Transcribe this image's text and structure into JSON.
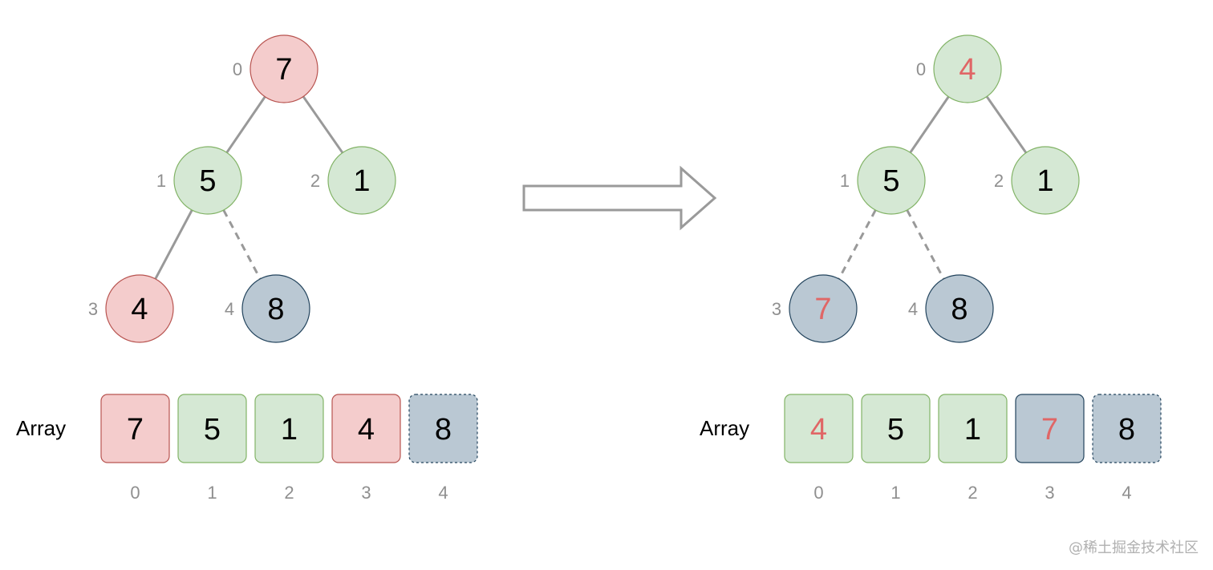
{
  "colors": {
    "red_fill": "#f4cccc",
    "red_stroke": "#b85450",
    "green_fill": "#d5e8d4",
    "green_stroke": "#82b366",
    "blue_fill": "#bac8d3",
    "blue_stroke": "#23445d",
    "highlight_text": "#e06666",
    "text": "#000000",
    "edge": "#999999",
    "index": "#8f8f8f"
  },
  "before": {
    "array_label": "Array",
    "nodes": [
      {
        "index": "0",
        "value": "7",
        "color": "red",
        "highlight": false
      },
      {
        "index": "1",
        "value": "5",
        "color": "green",
        "highlight": false
      },
      {
        "index": "2",
        "value": "1",
        "color": "green",
        "highlight": false
      },
      {
        "index": "3",
        "value": "4",
        "color": "red",
        "highlight": false
      },
      {
        "index": "4",
        "value": "8",
        "color": "blue",
        "highlight": false
      }
    ],
    "edges": [
      {
        "from": "0",
        "to": "1",
        "dashed": false
      },
      {
        "from": "0",
        "to": "2",
        "dashed": false
      },
      {
        "from": "1",
        "to": "3",
        "dashed": false
      },
      {
        "from": "1",
        "to": "4",
        "dashed": true
      }
    ],
    "cells": [
      {
        "value": "7",
        "index": "0",
        "color": "red",
        "highlight": false,
        "dashed": false
      },
      {
        "value": "5",
        "index": "1",
        "color": "green",
        "highlight": false,
        "dashed": false
      },
      {
        "value": "1",
        "index": "2",
        "color": "green",
        "highlight": false,
        "dashed": false
      },
      {
        "value": "4",
        "index": "3",
        "color": "red",
        "highlight": false,
        "dashed": false
      },
      {
        "value": "8",
        "index": "4",
        "color": "blue",
        "highlight": false,
        "dashed": true
      }
    ]
  },
  "after": {
    "array_label": "Array",
    "nodes": [
      {
        "index": "0",
        "value": "4",
        "color": "green",
        "highlight": true
      },
      {
        "index": "1",
        "value": "5",
        "color": "green",
        "highlight": false
      },
      {
        "index": "2",
        "value": "1",
        "color": "green",
        "highlight": false
      },
      {
        "index": "3",
        "value": "7",
        "color": "blue",
        "highlight": true
      },
      {
        "index": "4",
        "value": "8",
        "color": "blue",
        "highlight": false
      }
    ],
    "edges": [
      {
        "from": "0",
        "to": "1",
        "dashed": false
      },
      {
        "from": "0",
        "to": "2",
        "dashed": false
      },
      {
        "from": "1",
        "to": "3",
        "dashed": true
      },
      {
        "from": "1",
        "to": "4",
        "dashed": true
      }
    ],
    "cells": [
      {
        "value": "4",
        "index": "0",
        "color": "green",
        "highlight": true,
        "dashed": false
      },
      {
        "value": "5",
        "index": "1",
        "color": "green",
        "highlight": false,
        "dashed": false
      },
      {
        "value": "1",
        "index": "2",
        "color": "green",
        "highlight": false,
        "dashed": false
      },
      {
        "value": "7",
        "index": "3",
        "color": "blue",
        "highlight": true,
        "dashed": false
      },
      {
        "value": "8",
        "index": "4",
        "color": "blue",
        "highlight": false,
        "dashed": true
      }
    ]
  },
  "watermark": "@稀土掘金技术社区"
}
